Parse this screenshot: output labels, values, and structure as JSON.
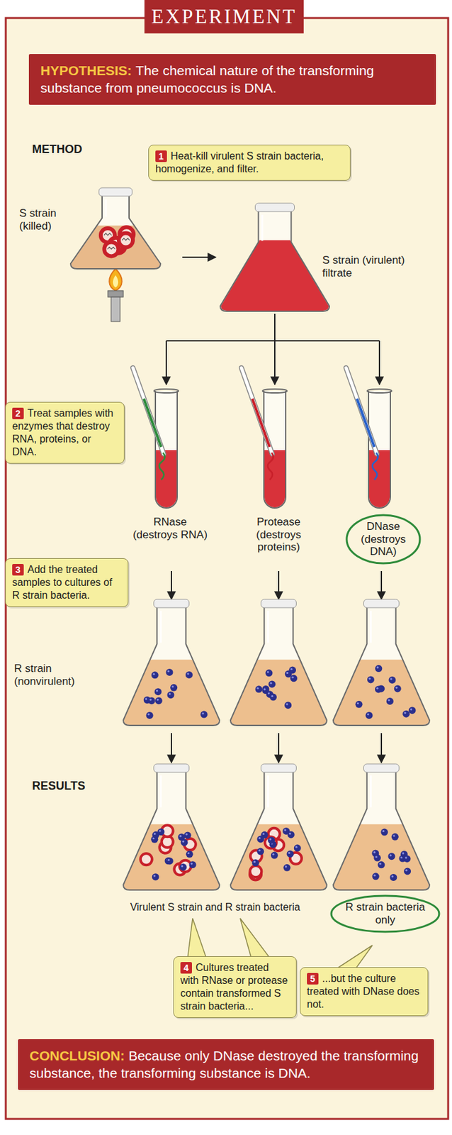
{
  "diagram": {
    "title": "EXPERIMENT",
    "nodes": [
      {
        "text": [
          "HYPOTHESIS:",
          "The chemical nature of the transforming substance from pneumococcus is DNA."
        ]
      },
      {
        "text": [
          "1",
          "Heat-kill virulent S strain bacteria, homogenize, and filter."
        ]
      },
      {
        "text": [
          "2",
          "Treat samples with enzymes that destroy RNA, proteins, or DNA."
        ]
      },
      {
        "text": [
          "DNase (destroys DNA)"
        ]
      },
      {
        "text": [
          "3",
          "Add the treated samples to cultures of R strain bacteria."
        ]
      },
      {
        "text": [
          "R strain bacteria only"
        ]
      },
      {
        "text": [
          "4",
          "Cultures treated with RNase or protease contain transformed S strain bacteria..."
        ]
      },
      {
        "text": [
          "5",
          "...but the culture treated with DNase does not."
        ]
      },
      {
        "text": [
          "CONCLUSION:",
          "Because only DNase destroyed the transforming substance, the transforming substance is DNA."
        ]
      }
    ],
    "labels": [
      "METHOD",
      "S strain (killed)",
      "S strain (virulent) filtrate",
      "RNase (destroys RNA)",
      "Protease (destroys proteins)",
      "R strain (nonvirulent)",
      "RESULTS",
      "Virulent S strain and R strain bacteria"
    ]
  }
}
